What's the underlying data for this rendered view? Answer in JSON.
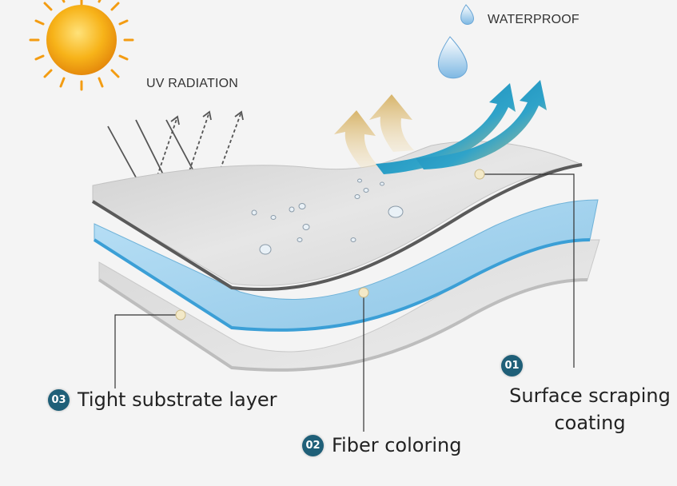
{
  "captions": {
    "waterproof": "WATERPROOF",
    "uv_radiation": "UV RADIATION"
  },
  "callouts": [
    {
      "number": "01",
      "text_line1": "Surface scraping",
      "text_line2": "coating"
    },
    {
      "number": "02",
      "text": "Fiber coloring"
    },
    {
      "number": "03",
      "text": "Tight substrate layer"
    }
  ],
  "colors": {
    "coating_layer": "#dcdcdc",
    "fiber_layer": "#9fd0ec",
    "substrate_layer": "#e2e2e2",
    "badge": "#1f5f78",
    "sun": "#f6b21c",
    "water_drop": "#bcd9ee"
  },
  "icons": [
    "sun-icon",
    "water-drop-icon",
    "uv-ray-arrows",
    "heat-arrows-icon",
    "water-wave-arrows-icon"
  ]
}
